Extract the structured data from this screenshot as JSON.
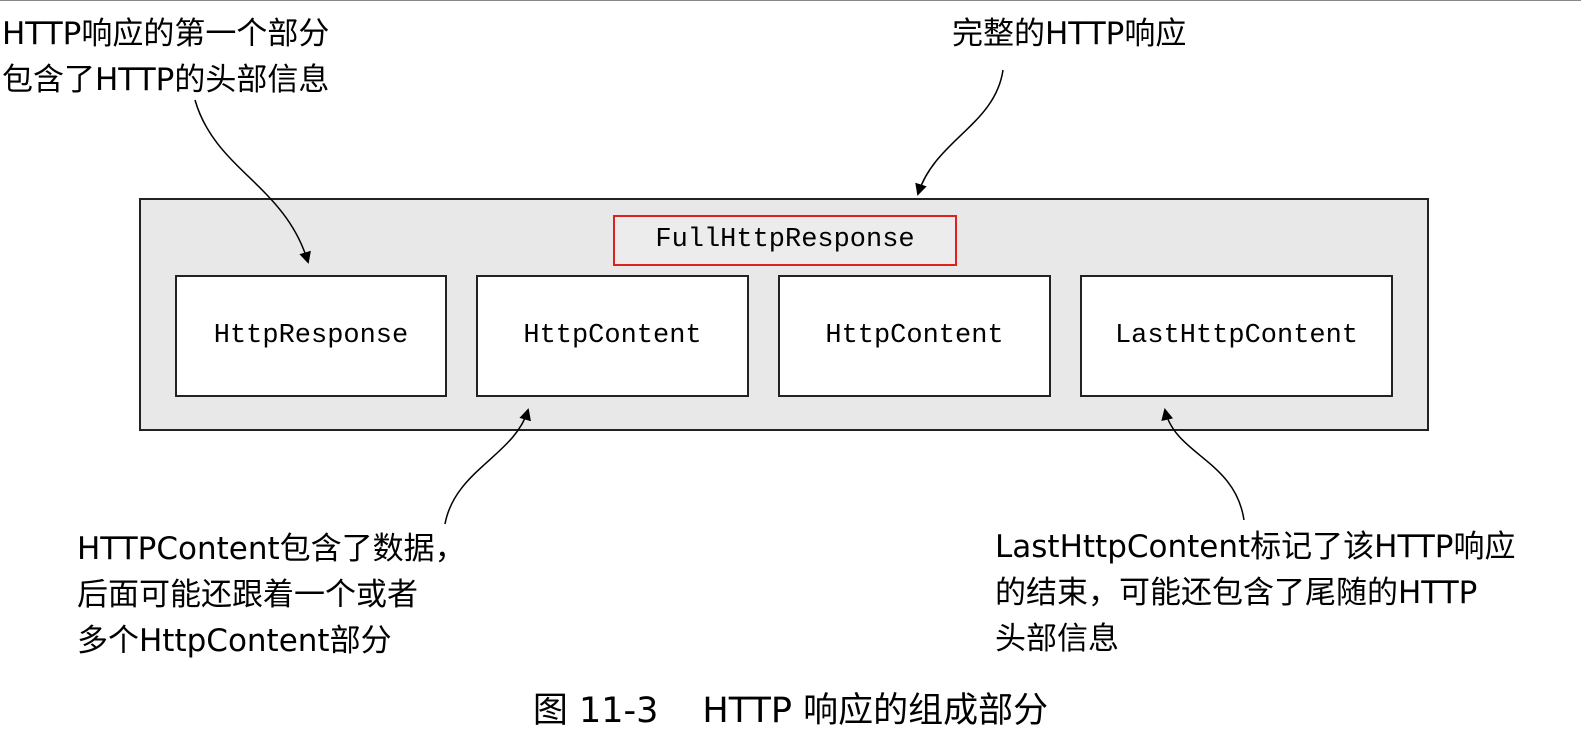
{
  "callouts": {
    "first_part": {
      "line1": "HTTP响应的第一个部分",
      "line2": "包含了HTTP的头部信息"
    },
    "full_response": {
      "line1": "完整的HTTP响应"
    },
    "content": {
      "line1": "HTTPContent包含了数据，",
      "line2": "后面可能还跟着一个或者",
      "line3": "多个HttpContent部分"
    },
    "last_content": {
      "line1": "LastHttpContent标记了该HTTP响应",
      "line2": "的结束，可能还包含了尾随的HTTP",
      "line3": "头部信息"
    }
  },
  "diagram": {
    "container_label": "FullHttpResponse",
    "parts": [
      "HttpResponse",
      "HttpContent",
      "HttpContent",
      "LastHttpContent"
    ]
  },
  "caption": {
    "number": "图 11-3",
    "text": "HTTP 响应的组成部分"
  },
  "colors": {
    "highlight_border": "#e0201c",
    "container_fill": "#e8e8e8",
    "box_border": "#222222"
  }
}
